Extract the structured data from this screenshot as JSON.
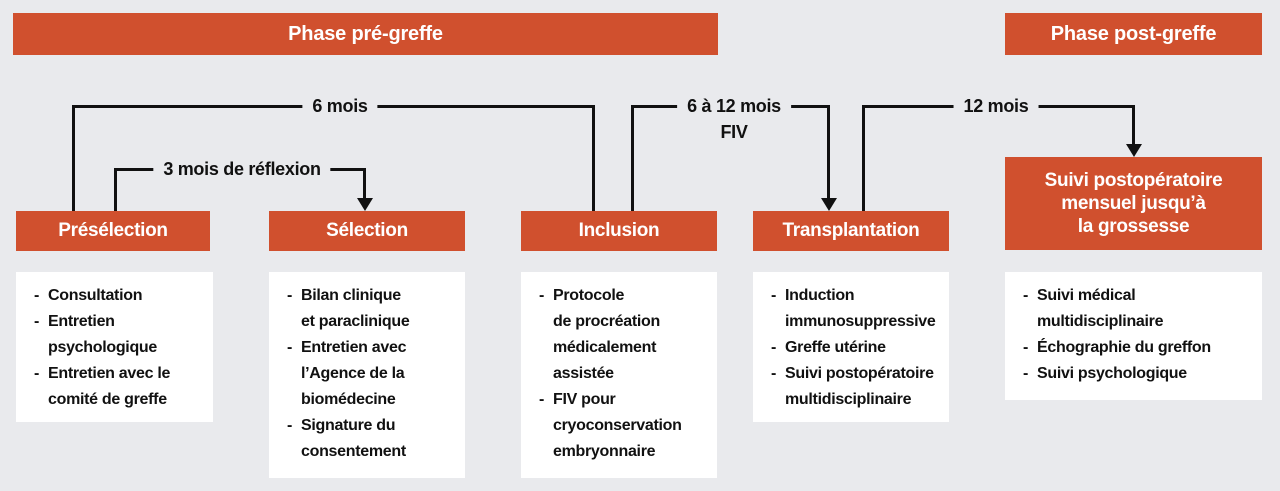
{
  "theme": {
    "background": "#e9eaed",
    "accent": "#d0502e",
    "line": "#111111",
    "text_on_accent": "#ffffff"
  },
  "headers": {
    "pre": "Phase pré-greffe",
    "post": "Phase post-greffe"
  },
  "timeline": {
    "six_months": "6 mois",
    "three_months": "3 mois de réflexion",
    "six_to_twelve_months": "6 à 12 mois",
    "fiv": "FIV",
    "twelve_months": "12 mois"
  },
  "columns": [
    {
      "title": "Présélection",
      "items": [
        "Consultation",
        "Entretien\npsychologique",
        "Entretien avec le\ncomité de greffe"
      ]
    },
    {
      "title": "Sélection",
      "items": [
        "Bilan clinique\net paraclinique",
        "Entretien avec\nl’Agence de la\nbiomédecine",
        "Signature du\nconsentement"
      ]
    },
    {
      "title": "Inclusion",
      "items": [
        "Protocole\nde procréation\nmédicalement\nassistée",
        "FIV pour\ncryoconservation\nembryonnaire"
      ]
    },
    {
      "title": "Transplantation",
      "items": [
        "Induction\nimmunosuppressive",
        "Greffe utérine",
        "Suivi postopératoire\nmultidisciplinaire"
      ]
    },
    {
      "title": "Suivi postopératoire\nmensuel jusqu’à\nla grossesse",
      "items": [
        "Suivi médical\nmultidisciplinaire",
        "Échographie du greffon",
        "Suivi psychologique"
      ]
    }
  ]
}
